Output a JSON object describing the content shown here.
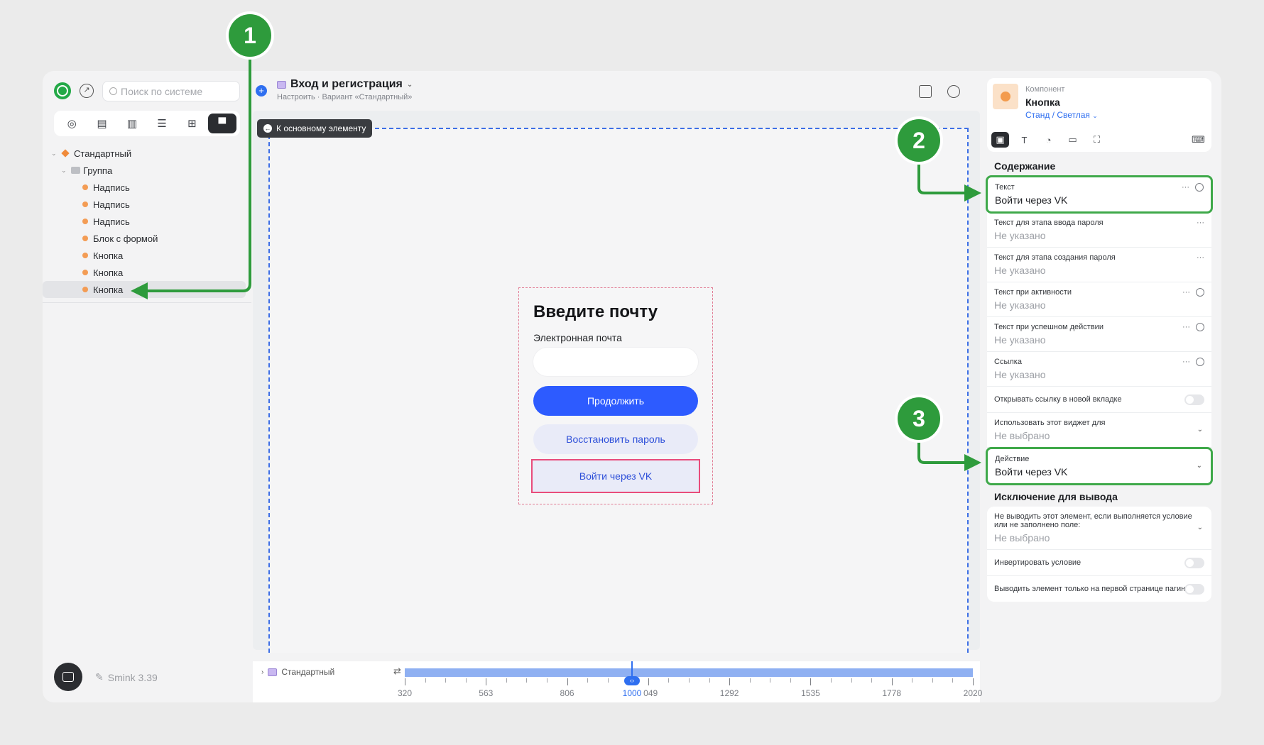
{
  "sidebar": {
    "search_placeholder": "Поиск по системе",
    "tree": [
      {
        "label": "Стандартный",
        "level": 0,
        "kind": "variant"
      },
      {
        "label": "Группа",
        "level": 1,
        "kind": "folder"
      },
      {
        "label": "Надпись",
        "level": 2,
        "kind": "item"
      },
      {
        "label": "Надпись",
        "level": 2,
        "kind": "item"
      },
      {
        "label": "Надпись",
        "level": 2,
        "kind": "item"
      },
      {
        "label": "Блок с формой",
        "level": 2,
        "kind": "item"
      },
      {
        "label": "Кнопка",
        "level": 2,
        "kind": "item"
      },
      {
        "label": "Кнопка",
        "level": 2,
        "kind": "item"
      },
      {
        "label": "Кнопка",
        "level": 2,
        "kind": "item",
        "selected": true
      }
    ],
    "version": "Smink 3.39"
  },
  "header": {
    "title": "Вход и регистрация",
    "breadcrumb": "Настроить · Вариант «Стандартный»"
  },
  "canvas": {
    "back_label": "К основному элементу",
    "form": {
      "title": "Введите почту",
      "email_label": "Электронная почта",
      "continue_label": "Продолжить",
      "restore_label": "Восстановить пароль",
      "vk_label": "Войти через VK"
    }
  },
  "timeline": {
    "label": "Стандартный",
    "ticks": [
      "320",
      "563",
      "806",
      "1049",
      "1292",
      "1535",
      "1778",
      "2020"
    ],
    "current": "1000",
    "min": 320,
    "max": 2020,
    "current_value": 1000
  },
  "panel": {
    "kicker": "Компонент",
    "name": "Кнопка",
    "variant": "Станд / Светлая",
    "content_title": "Содержание",
    "props": [
      {
        "label": "Текст",
        "value": "Войти через VK",
        "empty": false,
        "type": "text",
        "actions": true,
        "info": true,
        "highlight": true
      },
      {
        "label": "Текст для этапа ввода пароля",
        "value": "Не указано",
        "empty": true,
        "type": "text",
        "actions": true,
        "info": false
      },
      {
        "label": "Текст для этапа создания пароля",
        "value": "Не указано",
        "empty": true,
        "type": "text",
        "actions": true,
        "info": false
      },
      {
        "label": "Текст при активности",
        "value": "Не указано",
        "empty": true,
        "type": "text",
        "actions": true,
        "info": true
      },
      {
        "label": "Текст при успешном действии",
        "value": "Не указано",
        "empty": true,
        "type": "text",
        "actions": true,
        "info": true
      },
      {
        "label": "Ссылка",
        "value": "Не указано",
        "empty": true,
        "type": "text",
        "actions": true,
        "info": true
      },
      {
        "label": "Открывать ссылку в новой вкладке",
        "type": "toggle"
      },
      {
        "label": "Использовать этот виджет для",
        "value": "Не выбрано",
        "empty": true,
        "type": "select"
      },
      {
        "label": "Действие",
        "value": "Войти через VK",
        "empty": false,
        "type": "select",
        "highlight": true
      }
    ],
    "exclusion_title": "Исключение для вывода",
    "exclusion": [
      {
        "label": "Не выводить этот элемент, если выполняется условие или не заполнено поле:",
        "value": "Не выбрано",
        "empty": true,
        "type": "select"
      },
      {
        "label": "Инвертировать условие",
        "type": "toggle"
      },
      {
        "label": "Выводить элемент только на первой странице пагинации",
        "type": "toggle"
      }
    ]
  },
  "annotations": [
    "1",
    "2",
    "3"
  ],
  "colors": {
    "accent": "#2d5bff",
    "annotation": "#2e9b3c",
    "selection": "#e94c7b"
  }
}
